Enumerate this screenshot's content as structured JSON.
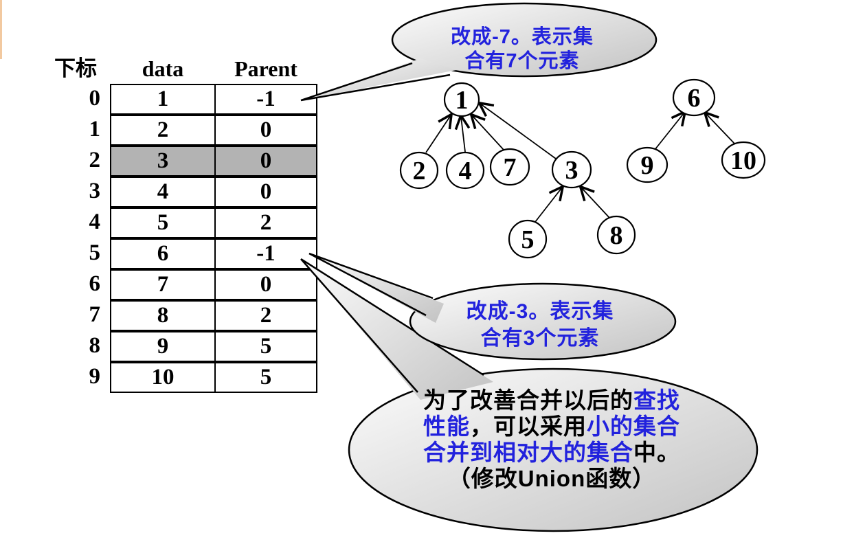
{
  "colors": {
    "blue_text": "#2222dd",
    "highlight_row": "#b3b3b3",
    "bubble_gradient_light": "#fcfcfc",
    "bubble_gradient_dark": "#c3c3c3",
    "accent_strip": "#f2c9a0"
  },
  "table": {
    "headers": {
      "index": "下标",
      "data": "data",
      "parent": "Parent"
    },
    "highlighted_row_index": 2,
    "rows": [
      {
        "index": "0",
        "data": "1",
        "parent": "-1"
      },
      {
        "index": "1",
        "data": "2",
        "parent": "0"
      },
      {
        "index": "2",
        "data": "3",
        "parent": "0"
      },
      {
        "index": "3",
        "data": "4",
        "parent": "0"
      },
      {
        "index": "4",
        "data": "5",
        "parent": "2"
      },
      {
        "index": "5",
        "data": "6",
        "parent": "-1"
      },
      {
        "index": "6",
        "data": "7",
        "parent": "0"
      },
      {
        "index": "7",
        "data": "8",
        "parent": "2"
      },
      {
        "index": "8",
        "data": "9",
        "parent": "5"
      },
      {
        "index": "9",
        "data": "10",
        "parent": "5"
      }
    ]
  },
  "callouts": {
    "top": {
      "lines": [
        "改成-7。表示集",
        "合有7个元素"
      ]
    },
    "middle": {
      "lines": [
        "改成-3。表示集",
        "合有3个元素"
      ]
    },
    "big": {
      "line1": [
        {
          "text": "为了改善合并以后的"
        },
        {
          "text": "查找"
        }
      ],
      "line2": [
        {
          "text": "性能"
        },
        {
          "text": "，可以采用"
        },
        {
          "text": "小的集合"
        }
      ],
      "line3": [
        {
          "text": "合并到相对大的集合"
        },
        {
          "text": "中。"
        }
      ],
      "line4": [
        {
          "text": "（修改Union函数）"
        }
      ]
    }
  },
  "forest": {
    "nodes": [
      {
        "label": "1"
      },
      {
        "label": "2"
      },
      {
        "label": "4"
      },
      {
        "label": "7"
      },
      {
        "label": "3"
      },
      {
        "label": "5"
      },
      {
        "label": "8"
      },
      {
        "label": "6"
      },
      {
        "label": "9"
      },
      {
        "label": "10"
      }
    ],
    "edges": [
      [
        "2",
        "1"
      ],
      [
        "4",
        "1"
      ],
      [
        "7",
        "1"
      ],
      [
        "3",
        "1"
      ],
      [
        "5",
        "3"
      ],
      [
        "8",
        "3"
      ],
      [
        "9",
        "6"
      ],
      [
        "10",
        "6"
      ]
    ]
  }
}
